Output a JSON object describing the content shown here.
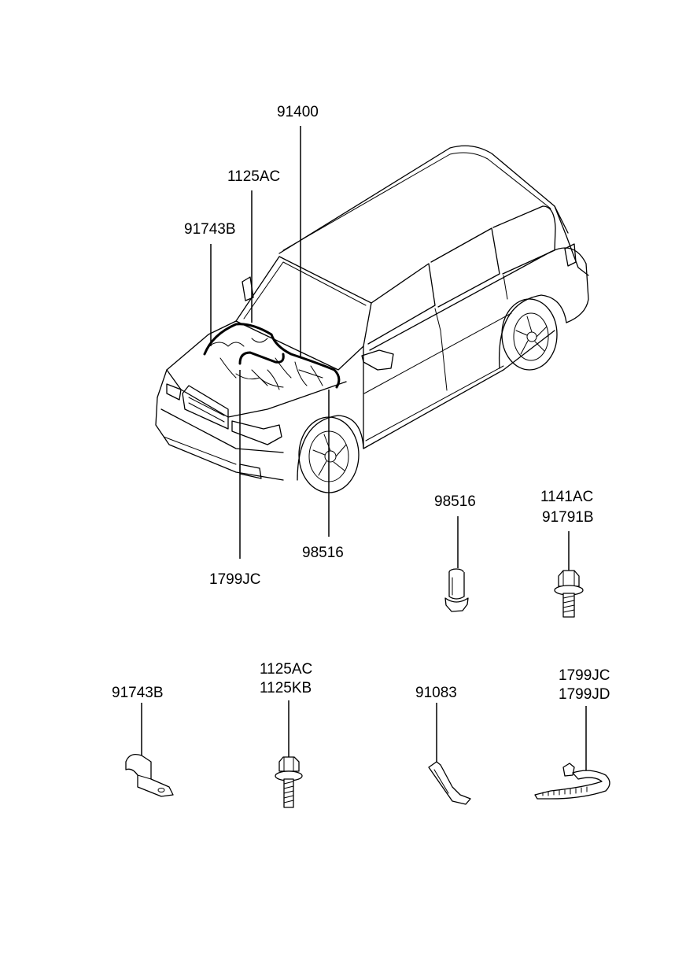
{
  "diagram": {
    "car_labels": {
      "wiring_harness": "91400",
      "bolt_top": "1125AC",
      "bracket_top": "91743B",
      "grommet_top": "98516",
      "cable_tie_top": "1799JC"
    },
    "parts": {
      "grommet": {
        "label": "98516"
      },
      "flange_bolt": {
        "label_1": "1141AC",
        "label_2": "91791B"
      },
      "bracket": {
        "label": "91743B"
      },
      "bolt": {
        "label_1": "1125AC",
        "label_2": "1125KB"
      },
      "clip": {
        "label": "91083"
      },
      "cable_tie": {
        "label_1": "1799JC",
        "label_2": "1799JD"
      }
    }
  }
}
